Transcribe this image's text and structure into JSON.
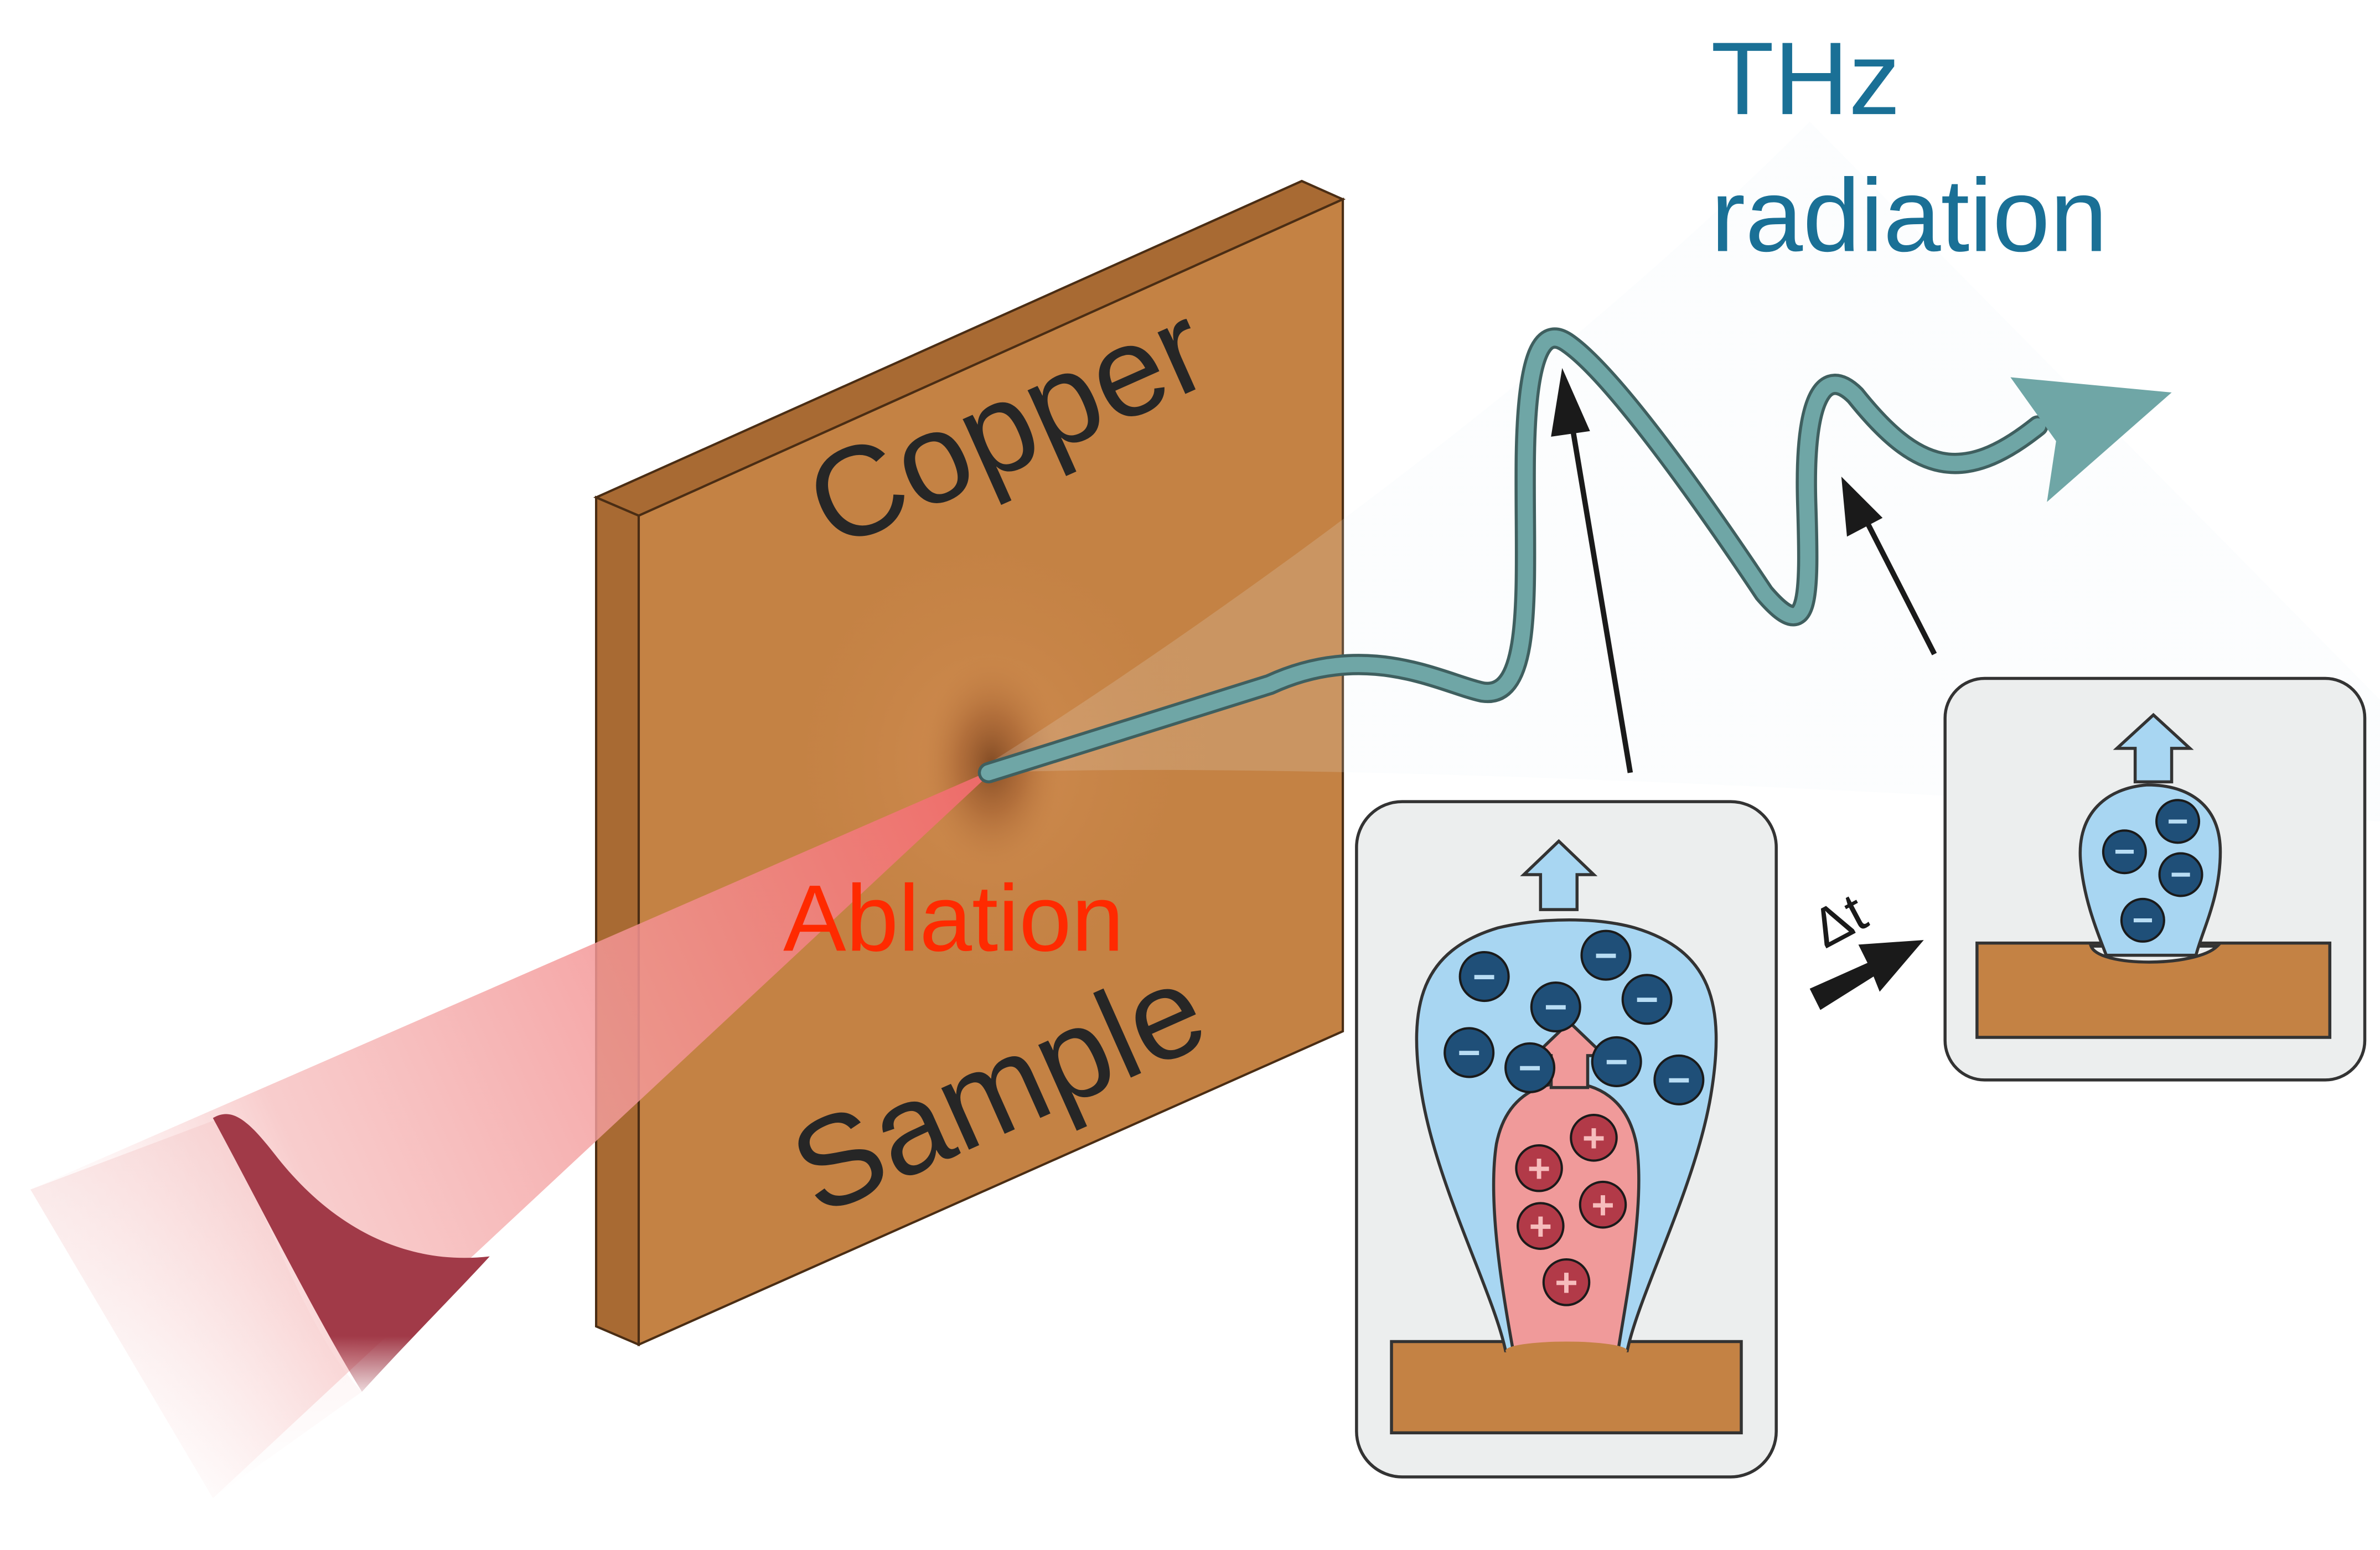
{
  "labels": {
    "thz_line1": "THz",
    "thz_line2": "radiation",
    "copper": "Copper",
    "sample": "Sample",
    "ablation": "Ablation",
    "delta_t": "Δt"
  },
  "symbols": {
    "minus": "−",
    "plus": "+"
  },
  "colors": {
    "thz_text": "#1a7096",
    "ablation_text": "#ff2a00",
    "copper_face": "#c48244",
    "copper_edge": "#a86a33",
    "wave": "#6fa6a6",
    "electron_cloud": "#a8d6f2",
    "ion_cloud": "#f09a9a",
    "electron": "#1f4f78",
    "ion": "#b23a48",
    "pulse": "#a13a48"
  }
}
